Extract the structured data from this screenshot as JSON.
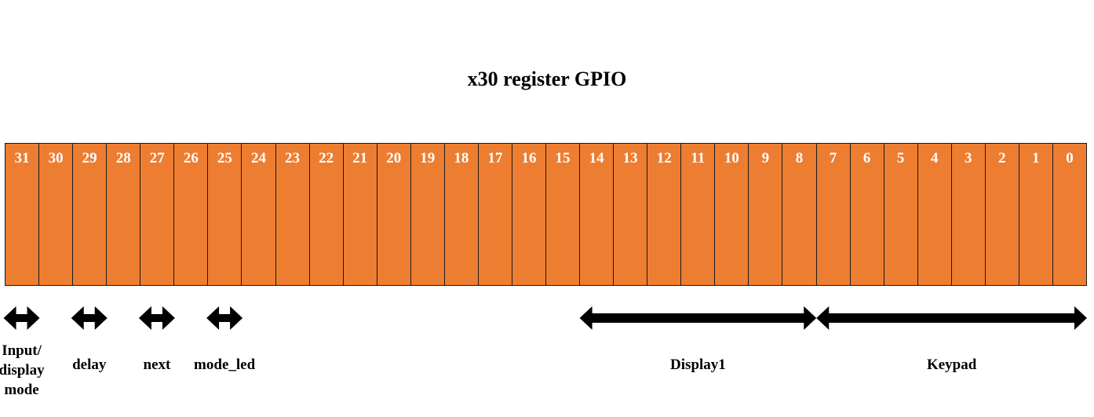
{
  "title": "x30 register GPIO",
  "colors": {
    "cell_fill": "#ED7D31",
    "cell_border": "#1a1a1a",
    "bit_text": "#FFFFFF",
    "arrow": "#000000"
  },
  "bits": [
    "31",
    "30",
    "29",
    "28",
    "27",
    "26",
    "25",
    "24",
    "23",
    "22",
    "21",
    "20",
    "19",
    "18",
    "17",
    "16",
    "15",
    "14",
    "13",
    "12",
    "11",
    "10",
    "9",
    "8",
    "7",
    "6",
    "5",
    "4",
    "3",
    "2",
    "1",
    "0"
  ],
  "fields": [
    {
      "label": "Input/\ndisplay\nmode",
      "bits": [
        31
      ]
    },
    {
      "label": "delay",
      "bits": [
        29
      ]
    },
    {
      "label": "next",
      "bits": [
        27
      ]
    },
    {
      "label": "mode_led",
      "bits": [
        25
      ]
    },
    {
      "label": "Display1",
      "bits": [
        14,
        8
      ]
    },
    {
      "label": "Keypad",
      "bits": [
        7,
        0
      ]
    }
  ]
}
